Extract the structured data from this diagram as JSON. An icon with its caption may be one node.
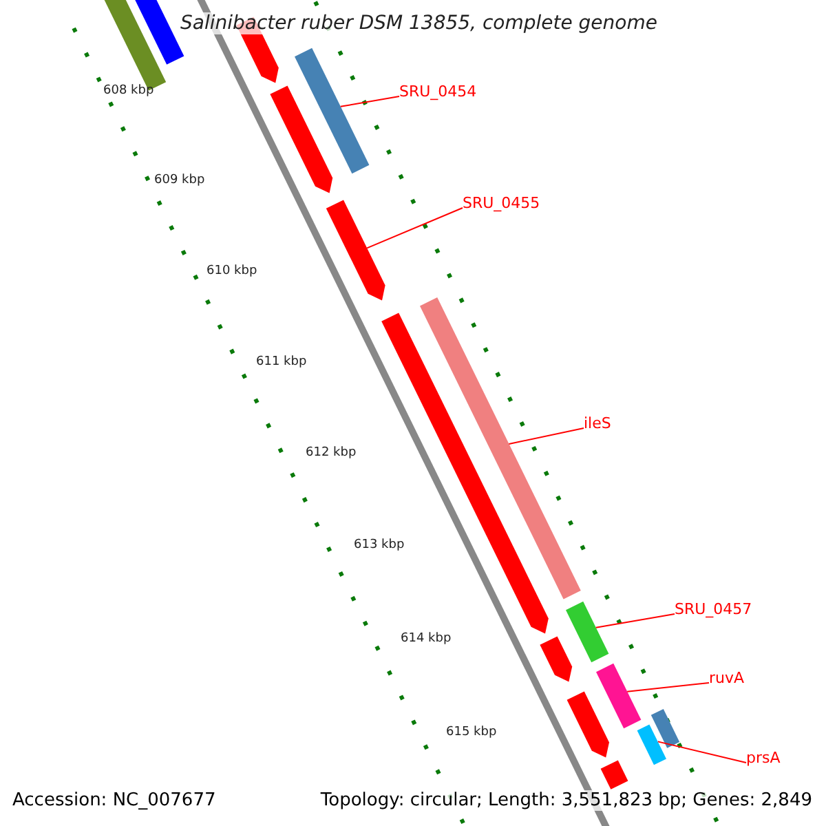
{
  "diagram": {
    "title": "Salinibacter ruber DSM 13855, complete genome",
    "nodes": [
      {
        "text": [
          "SRU_0454"
        ]
      },
      {
        "text": [
          "SRU_0455"
        ]
      },
      {
        "text": [
          "ileS"
        ]
      },
      {
        "text": [
          "SRU_0457"
        ]
      },
      {
        "text": [
          "ruvA"
        ]
      },
      {
        "text": [
          "prsA"
        ]
      },
      {
        "text": [],
        "shape": "bar"
      },
      {
        "text": [],
        "shape": "bar"
      },
      {
        "text": [],
        "shape": "bar"
      },
      {
        "text": [],
        "shape": "bar"
      },
      {
        "text": [],
        "shape": "bar"
      },
      {
        "text": [],
        "shape": "bar"
      },
      {
        "text": [],
        "shape": "bar"
      },
      {
        "text": [],
        "shape": "bar"
      },
      {
        "text": [],
        "shape": "bar"
      },
      {
        "text": [],
        "shape": "bar"
      },
      {
        "text": [],
        "shape": "bar"
      },
      {
        "text": [],
        "shape": "bar"
      },
      {
        "text": [],
        "shape": "bar"
      },
      {
        "text": [],
        "shape": "bar"
      },
      {
        "text": [],
        "shape": "bar"
      }
    ],
    "edges": [
      {
        "from": 0,
        "to": 9,
        "arrow": "none"
      },
      {
        "from": 1,
        "to": 11,
        "arrow": "none"
      },
      {
        "from": 2,
        "to": 13,
        "arrow": "none"
      },
      {
        "from": 3,
        "to": 14,
        "arrow": "none"
      },
      {
        "from": 4,
        "to": 16,
        "arrow": "none"
      },
      {
        "from": 5,
        "to": 18,
        "arrow": "none"
      }
    ],
    "labels": [
      "608 kbp",
      "609 kbp",
      "610 kbp",
      "611 kbp",
      "612 kbp",
      "613 kbp",
      "614 kbp",
      "615 kbp",
      "Accession: NC_007677",
      "Topology: circular; Length: 3,551,823 bp; Genes: 2,849"
    ]
  }
}
